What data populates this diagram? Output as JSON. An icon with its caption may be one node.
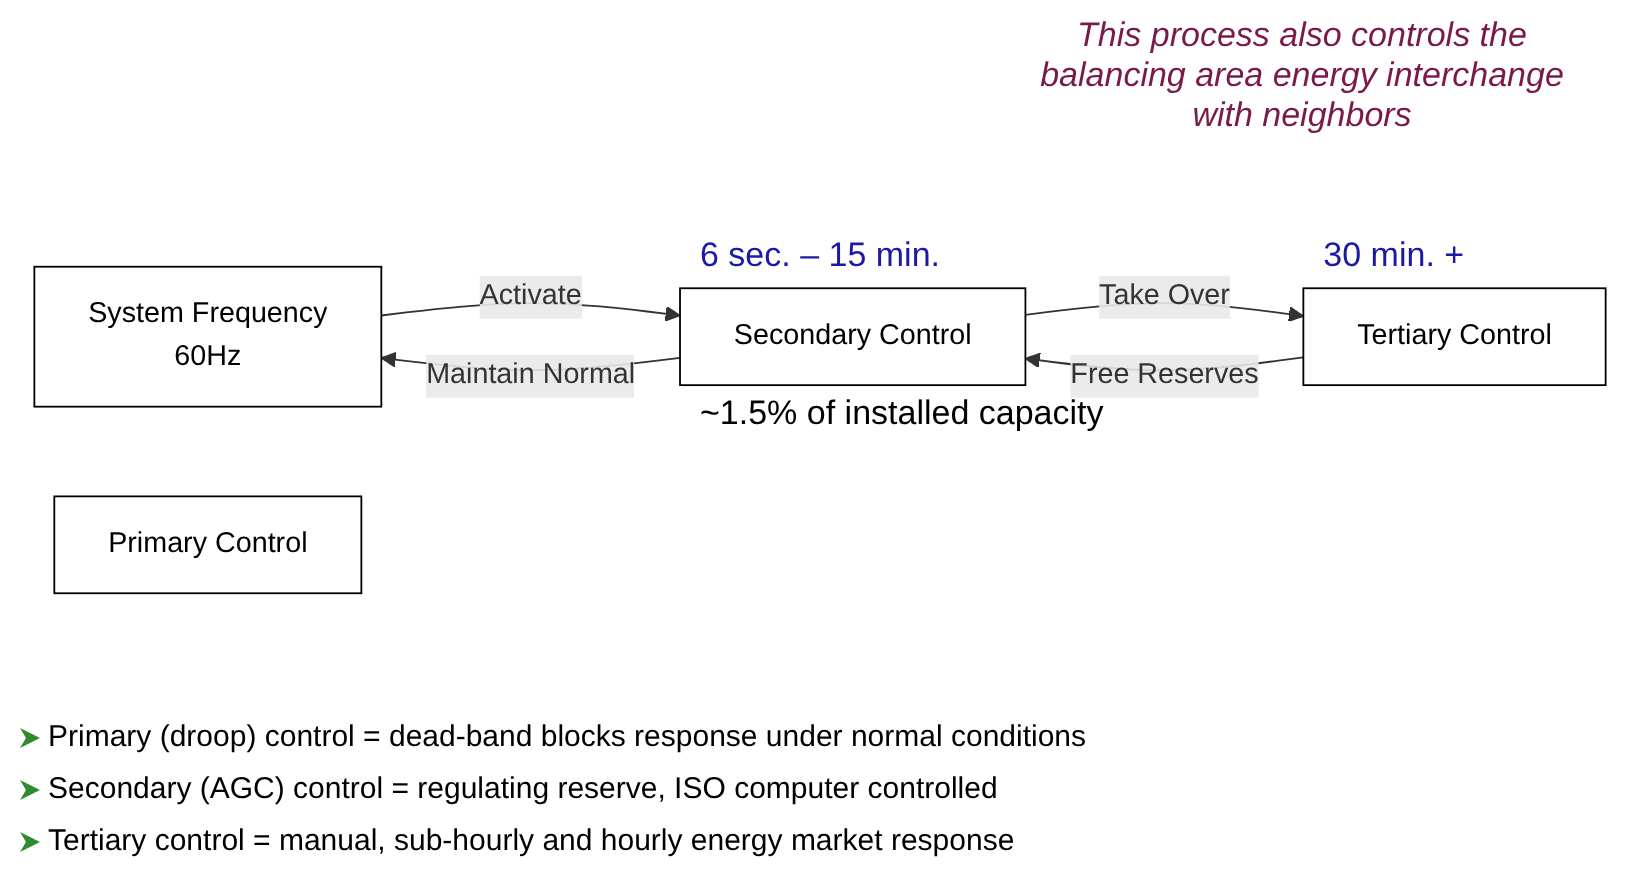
{
  "diagram": {
    "nodes": [
      {
        "text": [
          "System Frequency",
          "60Hz"
        ]
      },
      {
        "text": [
          "Primary Control"
        ]
      },
      {
        "text": [
          "Secondary Control"
        ],
        "beside": [
          "6 sec. – 15 min.",
          "~1.5% of installed capacity"
        ]
      },
      {
        "text": [
          "Tertiary Control"
        ],
        "beside": [
          "30 min. +"
        ]
      }
    ],
    "edges": [
      {
        "from": 2,
        "to": 0,
        "arrow": "to",
        "label": "Maintain Normal"
      },
      {
        "from": 0,
        "to": 2,
        "arrow": "to",
        "label": "Activate"
      },
      {
        "from": 3,
        "to": 2,
        "arrow": "to",
        "label": "Free Reserves"
      },
      {
        "from": 2,
        "to": 3,
        "arrow": "to",
        "label": "Take Over"
      }
    ],
    "labels": [
      "This process also controls the balancing area energy interchange with neighbors",
      "Primary (droop) control = dead-band blocks response under normal conditions",
      "Secondary (AGC) control = regulating reserve, ISO computer controlled",
      "Tertiary control = manual, sub-hourly and hourly energy market response"
    ]
  }
}
